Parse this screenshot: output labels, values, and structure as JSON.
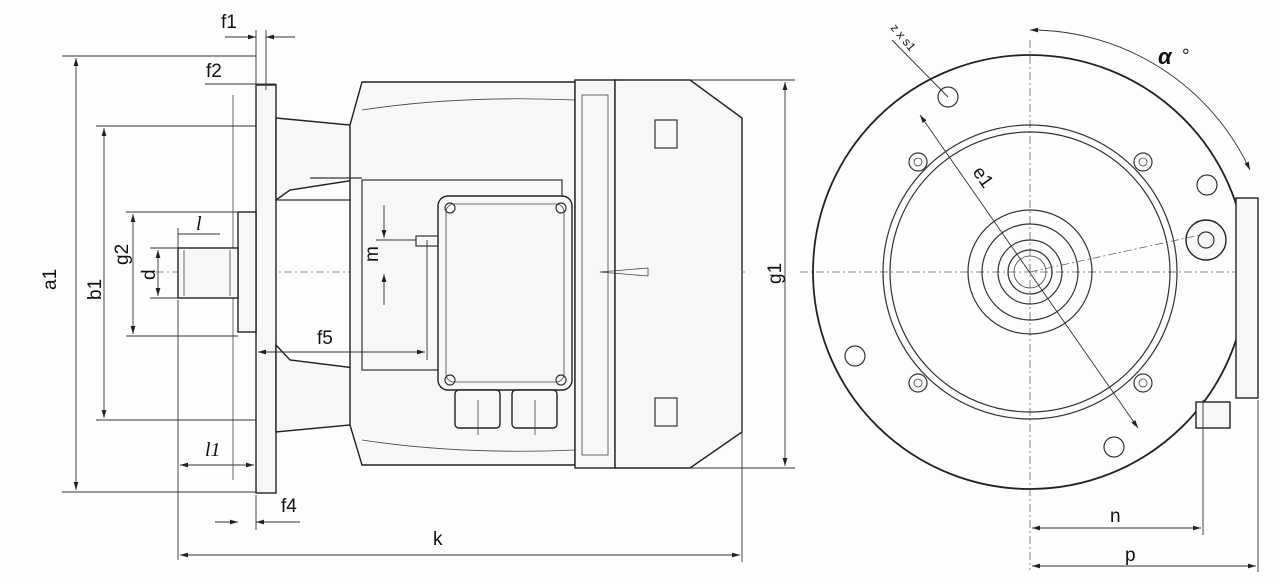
{
  "labels": {
    "f1": "f1",
    "f2": "f2",
    "a1": "a1",
    "b1": "b1",
    "g2": "g2",
    "d": "d",
    "l": "l",
    "l1": "l1",
    "f4": "f4",
    "f5": "f5",
    "m": "m",
    "k": "k",
    "g1": "g1",
    "zxs1": "z x s1",
    "alpha": "α",
    "alpha_deg": "°",
    "e1": "e1",
    "n": "n",
    "p": "p"
  }
}
